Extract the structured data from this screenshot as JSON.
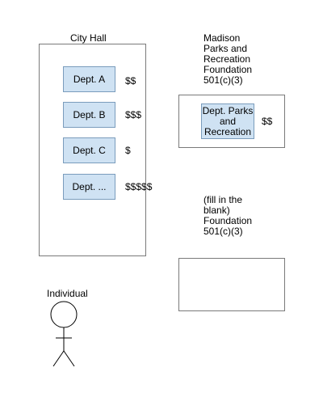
{
  "city_hall": {
    "title": "City Hall",
    "departments": [
      {
        "label": "Dept. A",
        "amount": "$$"
      },
      {
        "label": "Dept. B",
        "amount": "$$$"
      },
      {
        "label": "Dept. C",
        "amount": "$"
      },
      {
        "label": "Dept. ...",
        "amount": "$$$$$"
      }
    ]
  },
  "madison_foundation": {
    "title": "Madison\nParks and\nRecreation\nFoundation\n501(c)(3)",
    "department": {
      "label": "Dept. Parks\nand\nRecreation",
      "amount": "$$"
    }
  },
  "blank_foundation": {
    "title": "(fill in the\nblank)\nFoundation\n501(c)(3)"
  },
  "individual": {
    "label": "Individual"
  },
  "colors": {
    "box_fill": "#cfe2f3",
    "box_border": "#7a9cbc",
    "container_border": "#7a7a7a"
  }
}
